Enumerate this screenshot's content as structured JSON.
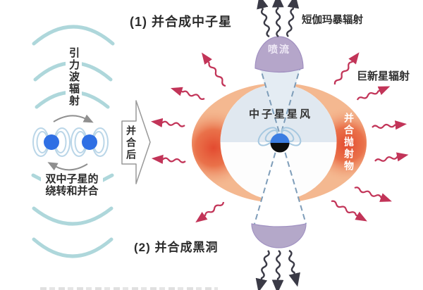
{
  "figure": {
    "stage_labels": {
      "top": "(1) 并合成中子星",
      "bottom": "(2) 并合成黑洞"
    },
    "left_panel": {
      "gravitational_wave_label": "引力波辐射",
      "binary_label_line1": "双中子星的",
      "binary_label_line2": "绕转和并合"
    },
    "merge_arrow_label": "并合后",
    "right_panel": {
      "gamma_label": "短伽玛暴辐射",
      "jet_label": "喷流",
      "kilonova_label": "巨新星辐射",
      "wind_label": "中子星星风",
      "ejecta_label": "并合抛射物"
    },
    "colors": {
      "wave_arc_teal": "#aed7db",
      "neutron_star_blue": "#2f6fe4",
      "radiation_red": "#c23458",
      "gamma_dark": "#3a3a46",
      "jet_purple": "#b5a6ca",
      "ejecta_hot_red": "#e2452b",
      "ejecta_base_orange": "#f4b890",
      "wind_region_blue": "#e0e8f0",
      "cone_dash_blue": "#7e9db9"
    }
  }
}
